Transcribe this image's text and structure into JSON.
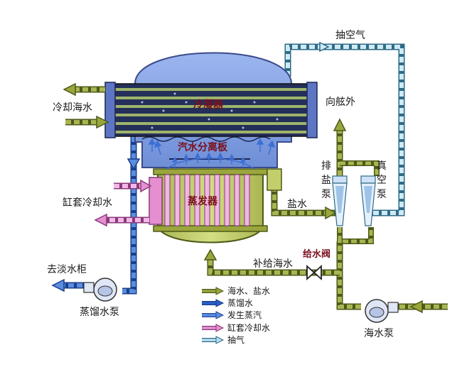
{
  "labels": {
    "condenser": "冷凝器",
    "separator": "汽水分离板",
    "evaporator": "蒸发器",
    "cooling_sea_water": "冷却海水",
    "jacket_cooling_water": "缸套冷却水",
    "to_fresh_tank": "去淡水柜",
    "distillate_pump": "蒸馏水泵",
    "air_extraction": "抽空气",
    "overboard": "向舷外",
    "brine_pump": [
      "排",
      "盐",
      "泵"
    ],
    "vacuum_pump": [
      "真",
      "空",
      "泵"
    ],
    "brine": "盐水",
    "feed_valve": "给水阀",
    "feed_sea_water": "补给海水",
    "sea_water_pump": "海水泵"
  },
  "legend": [
    {
      "label": "海水、盐水",
      "color": "#9aa63c"
    },
    {
      "label": "蒸馏水",
      "color": "#2b5fc8"
    },
    {
      "label": "发生蒸汽",
      "color": "#5a8de0"
    },
    {
      "label": "缸套冷却水",
      "color": "#e58fd0"
    },
    {
      "label": "抽气",
      "color": "#b9dff2"
    }
  ],
  "colors": {
    "seawater": "#9aa63c",
    "distilled": "#2b5fc8",
    "jacket": "#e58fd0",
    "air": "#b9dff2",
    "shell_fill": "#7f9fe0",
    "body_fill": "#c3cf6a"
  }
}
